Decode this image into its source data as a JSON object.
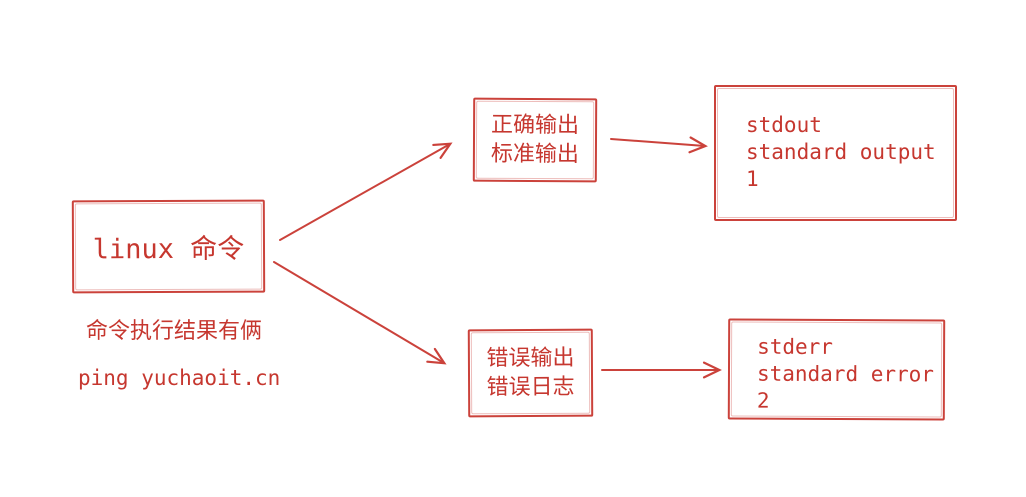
{
  "diagram": {
    "colors": {
      "accent": "#cb423b",
      "background": "#ffffff"
    },
    "source_node": {
      "label": "linux 命令"
    },
    "captions": {
      "results_note": "命令执行结果有俩",
      "example_command": "ping yuchaoit.cn"
    },
    "stdout_branch": {
      "mid_label": "正确输出\n标准输出",
      "end_label": "stdout\nstandard output\n1"
    },
    "stderr_branch": {
      "mid_label": "错误输出\n错误日志",
      "end_label": "stderr\nstandard error\n2"
    }
  }
}
